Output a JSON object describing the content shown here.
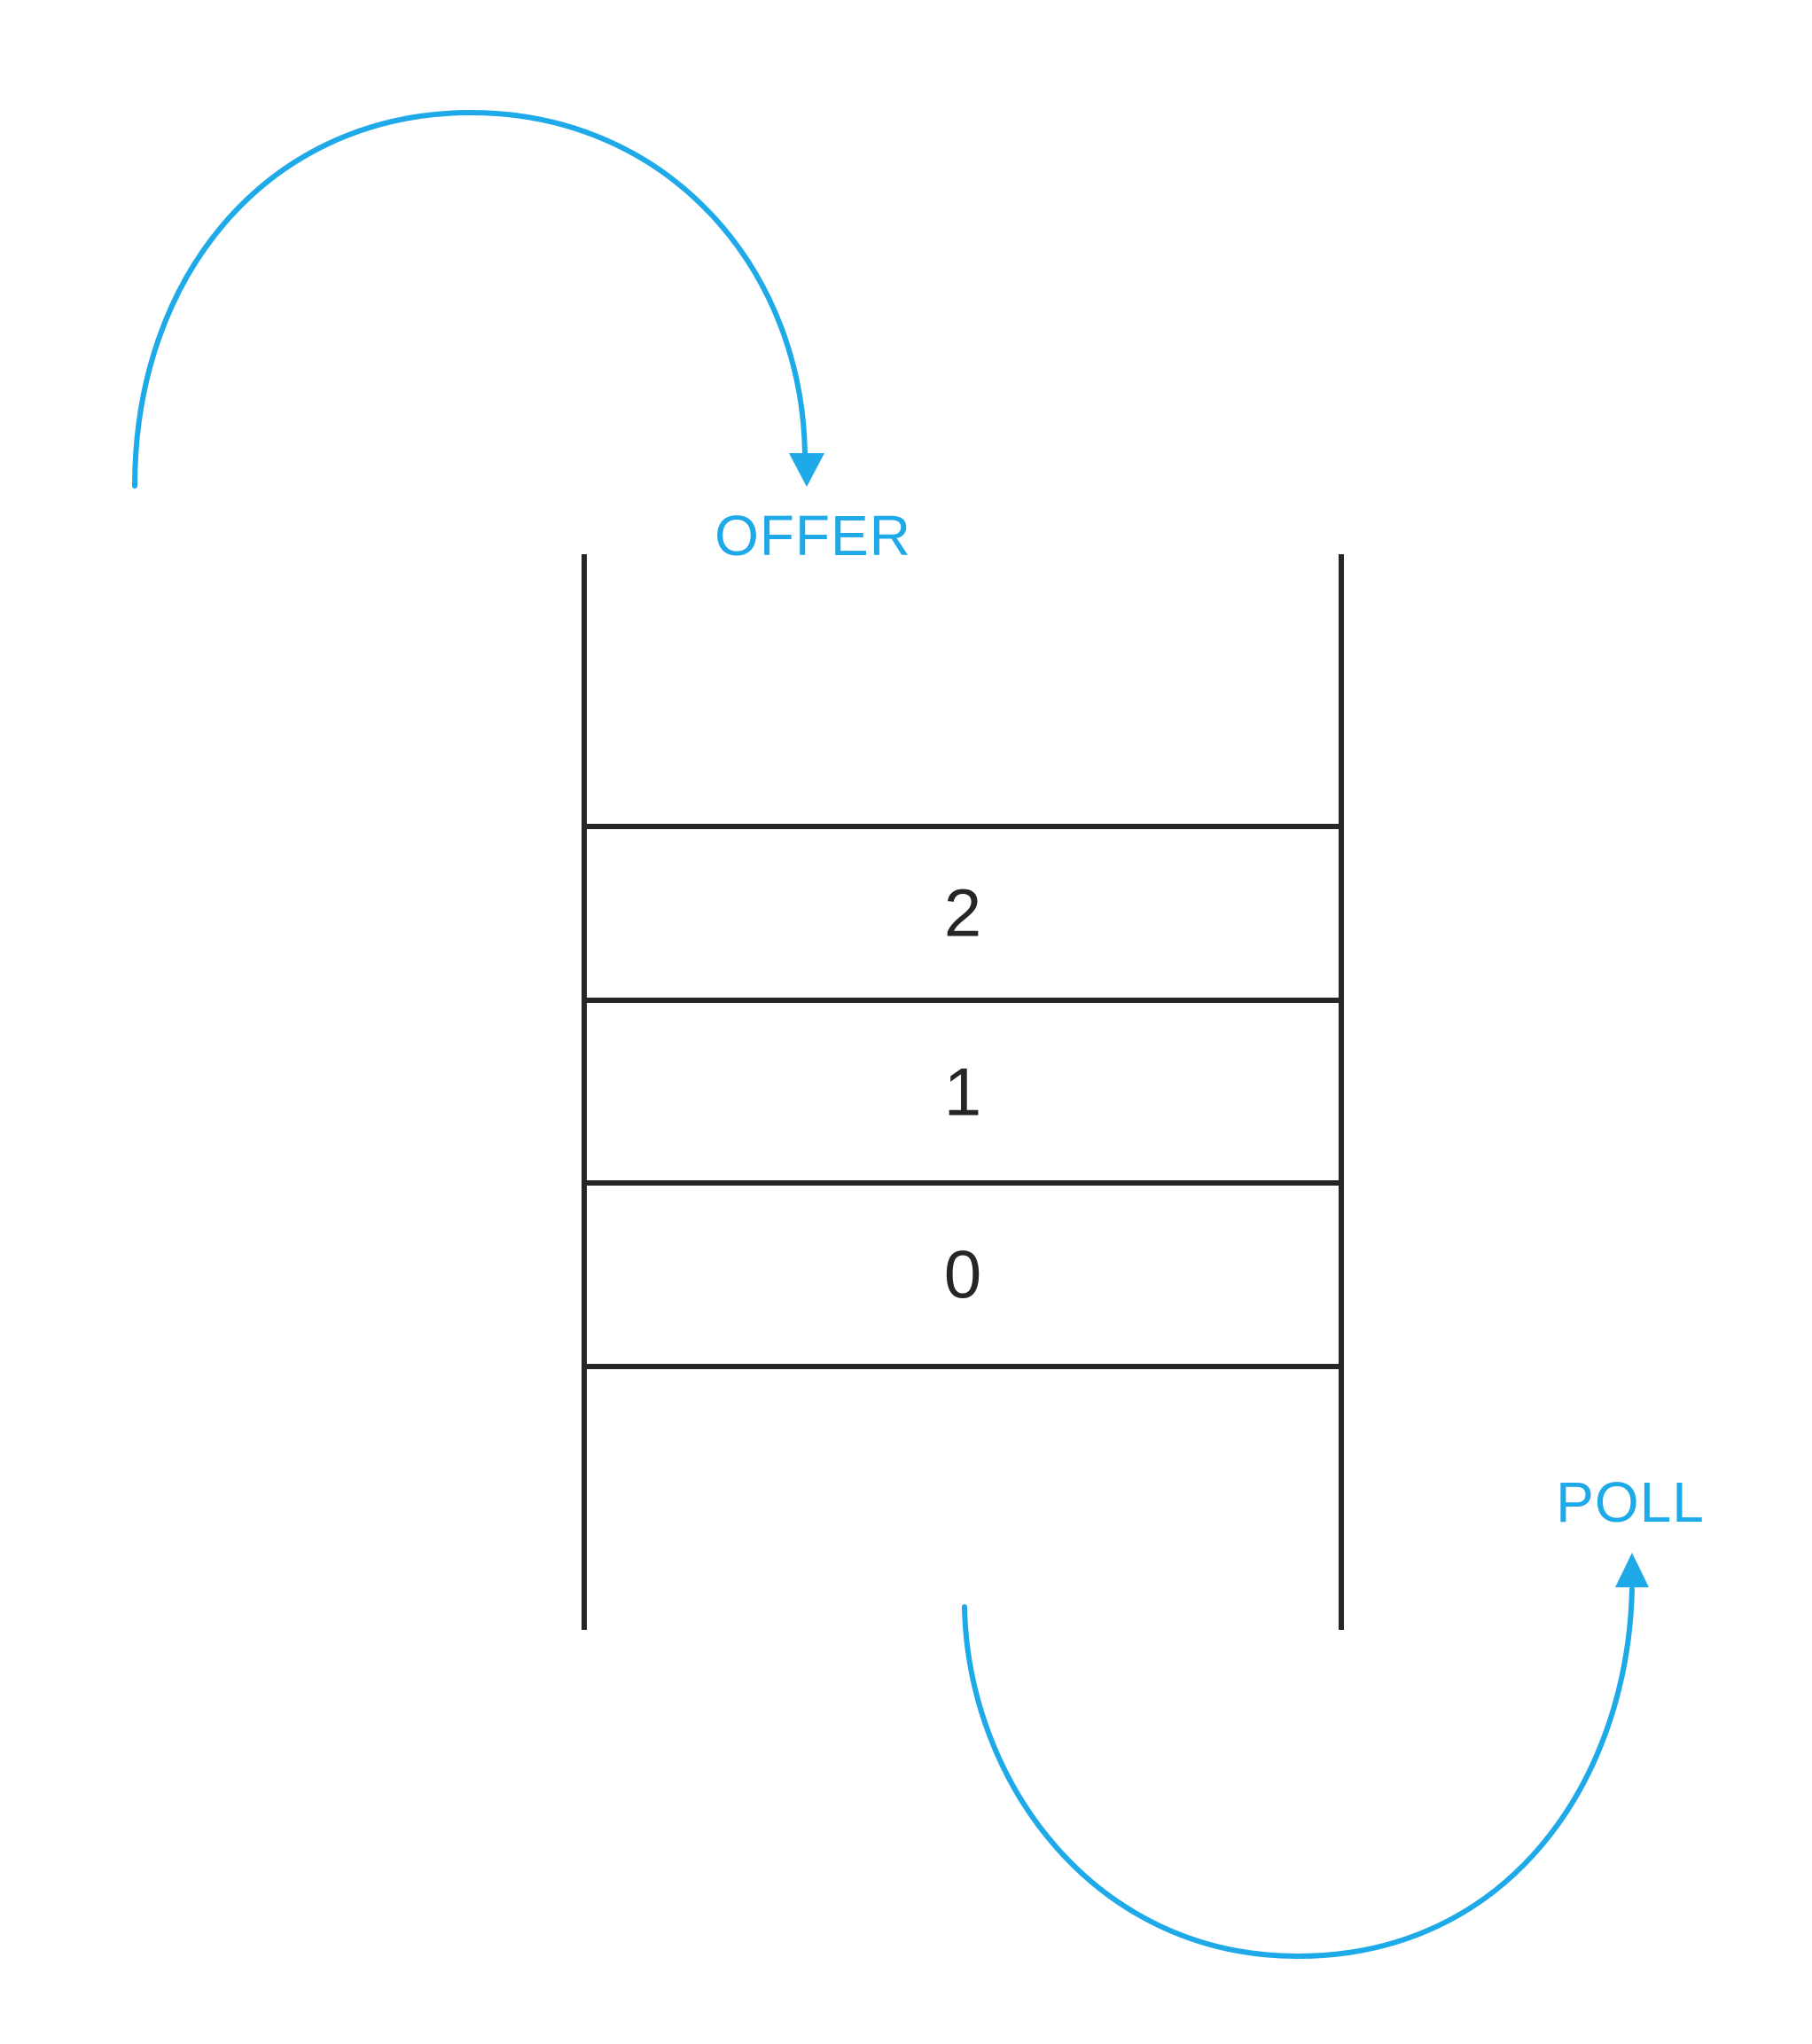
{
  "labels": {
    "offer": "OFFER",
    "poll": "POLL"
  },
  "queue": {
    "cells": [
      {
        "value": "2"
      },
      {
        "value": "1"
      },
      {
        "value": "0"
      }
    ]
  },
  "colors": {
    "accent": "#1EA9E9",
    "line": "#262626",
    "background": "#FFFFFF"
  }
}
